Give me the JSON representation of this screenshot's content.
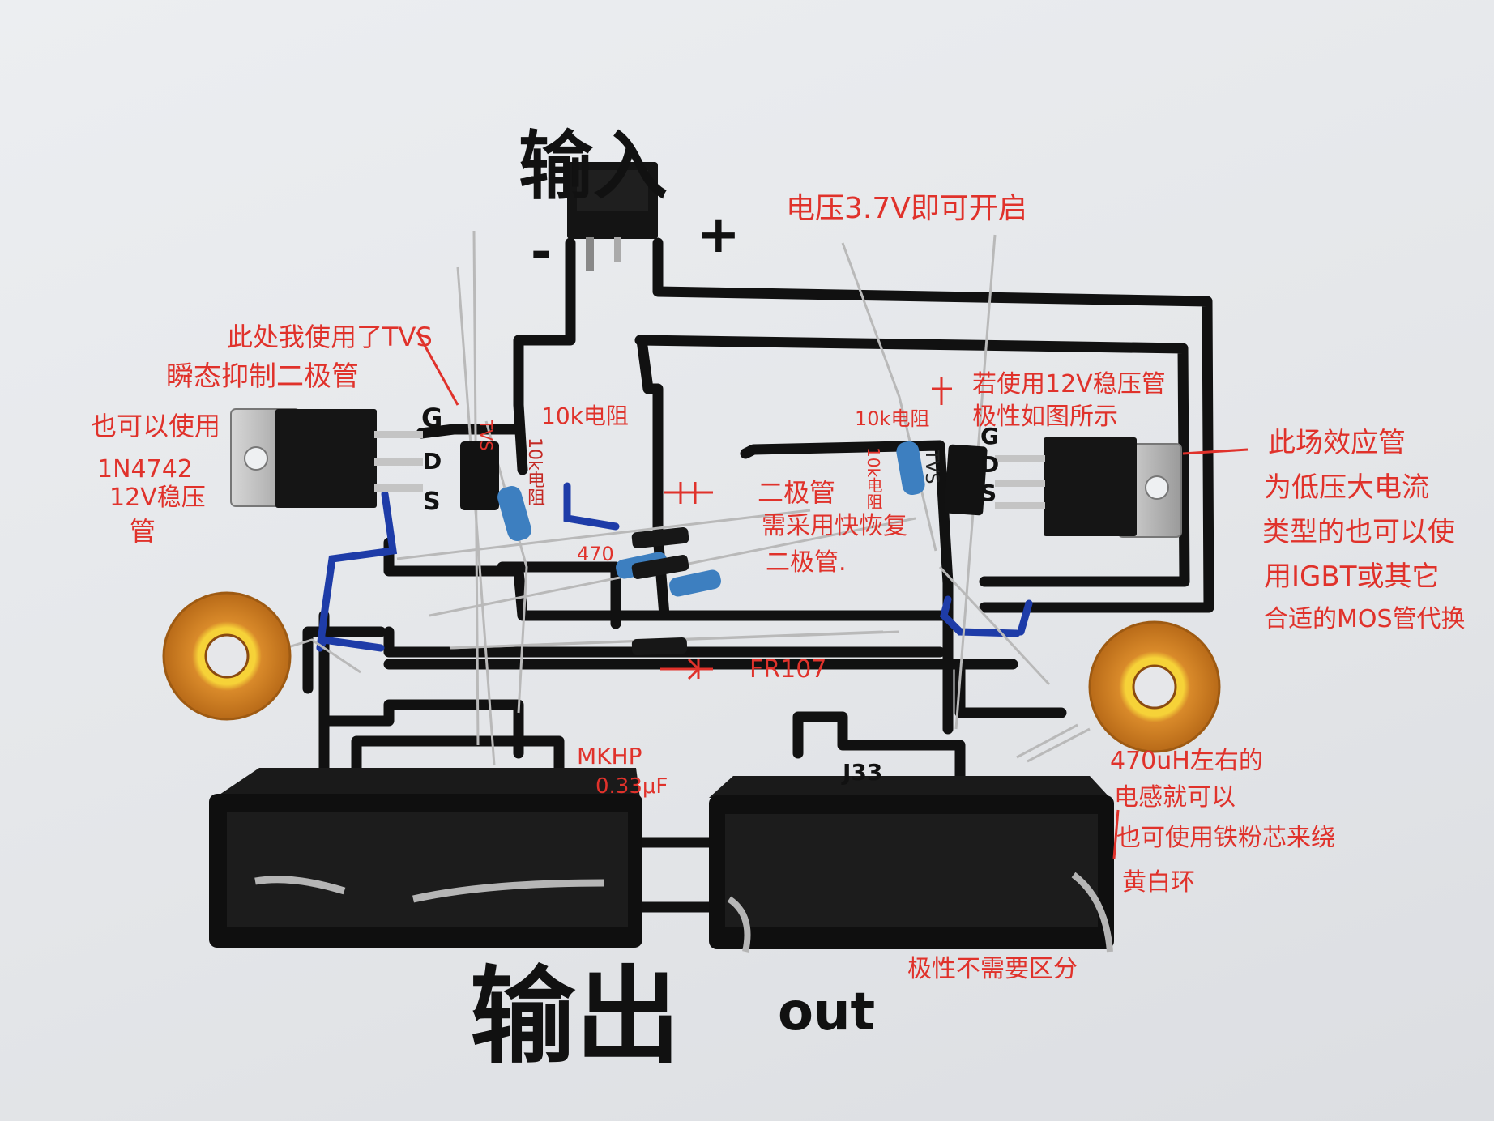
{
  "input": {
    "title": "输入",
    "minus": "-",
    "plus": "+"
  },
  "output": {
    "title": "输出",
    "english": "out"
  },
  "annotations": {
    "tvs_line1": "此处我使用了TVS",
    "tvs_line2": "瞬态抑制二极管",
    "zener_line1": "也可以使用",
    "zener_line2": "1N4742",
    "zener_line3": "12V稳压",
    "zener_line4": "管",
    "resistor_left": "10k电阻",
    "resistor_left_vertical": "10k电阻",
    "resistor_right": "10k电阻",
    "resistor_right_vertical": "10k电阻",
    "resistor_470": "470",
    "voltage_note": "电压3.7V即可开启",
    "zener12_line1": "若使用12V稳压管",
    "zener12_line2": "极性如图所示",
    "diode_line1": "二极管",
    "diode_line2": "需采用快恢复",
    "diode_line3": "二极管.",
    "fr107": "FR107",
    "mosfet_line1": "此场效应管",
    "mosfet_line2": "为低压大电流",
    "mosfet_line3": "类型的也可以使",
    "mosfet_line4": "用IGBT或其它",
    "mosfet_line5": "合适的MOS管代换",
    "cap_line1": "MKHP",
    "cap_line2": "0.33μF",
    "inductor_line1": "470uH左右的",
    "inductor_line2": "电感就可以",
    "inductor_line3": "也可使用铁粉芯来绕",
    "inductor_line4": "黄白环",
    "polarity_note": "极性不需要区分",
    "pin_g_left": "G",
    "pin_d_left": "D",
    "pin_s_left": "S",
    "pin_g_right": "G",
    "pin_d_right": "D",
    "pin_s_right": "S",
    "tvs_label_left": "TVS",
    "tvs_label_right": "TVS"
  },
  "components": {
    "cap_left_marking": "",
    "cap_right_marking": "J33"
  },
  "colors": {
    "annotation": "#e0322b",
    "wire": "#111111",
    "blue_wire": "#1e3ca8",
    "copper": "#d98a2a",
    "core": "#f2c21a"
  }
}
